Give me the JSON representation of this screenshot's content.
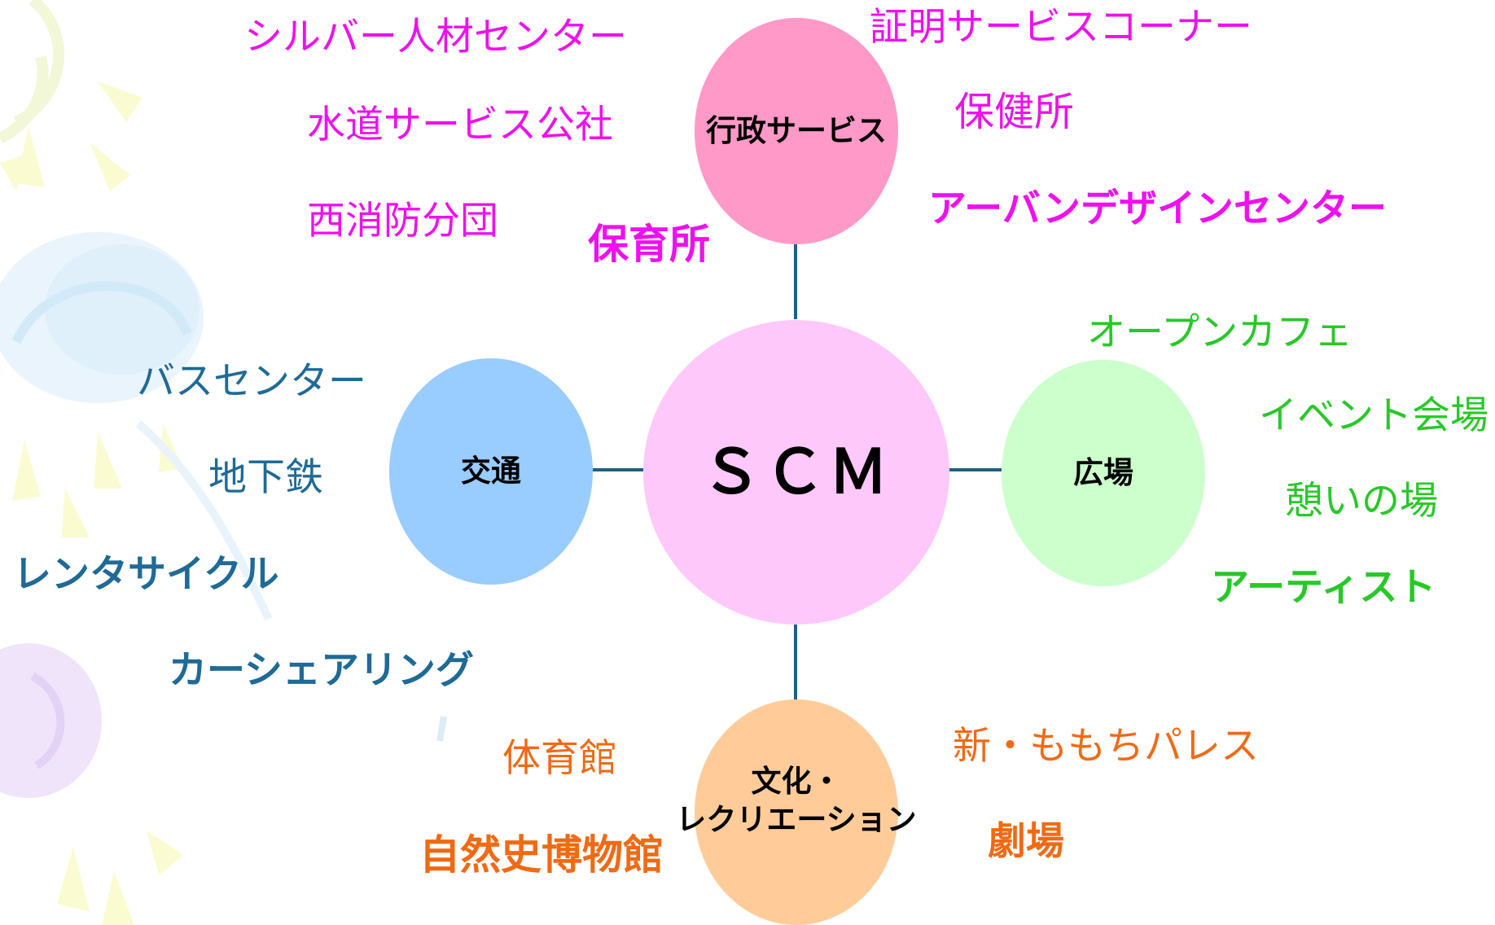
{
  "center": {
    "label": "ＳＣＭ"
  },
  "colors": {
    "center_fill": "#ffc8fa",
    "admin_fill": "#ff99c8",
    "transport_fill": "#99ccff",
    "plaza_fill": "#ccffcc",
    "culture_fill": "#ffcc99",
    "connector": "#1f6080",
    "admin_text": "#ee10ee",
    "transport_text": "#1f6a96",
    "plaza_text": "#28c828",
    "culture_text": "#f06a14"
  },
  "hubs": {
    "admin": {
      "label": "行政サービス",
      "items": [
        "シルバー人材センター",
        "水道サービス公社",
        "西消防分団",
        "保育所",
        "証明サービスコーナー",
        "保健所",
        "アーバンデザインセンター"
      ]
    },
    "transport": {
      "label": "交通",
      "items": [
        "バスセンター",
        "地下鉄",
        "レンタサイクル",
        "カーシェアリング"
      ]
    },
    "plaza": {
      "label": "広場",
      "items": [
        "オープンカフェ",
        "イベント会場",
        "憩いの場",
        "アーティスト"
      ]
    },
    "culture": {
      "label_line1": "文化・",
      "label_line2": "レクリエーション",
      "items": [
        "体育館",
        "自然史博物館",
        "新・ももちパレス",
        "劇場"
      ]
    }
  }
}
